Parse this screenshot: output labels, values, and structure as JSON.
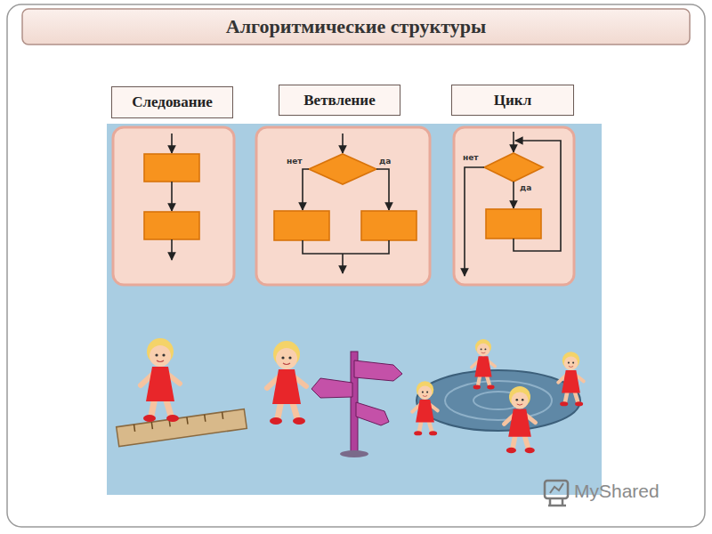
{
  "diagram": {
    "title": "Алгоритмические структуры",
    "nodes": [
      {
        "text": [
          "Следование"
        ]
      },
      {
        "text": [
          "Ветвление"
        ]
      },
      {
        "text": [
          "Цикл"
        ]
      }
    ],
    "labels": [
      "нет",
      "да",
      "нет",
      "да",
      "MyShared"
    ]
  }
}
